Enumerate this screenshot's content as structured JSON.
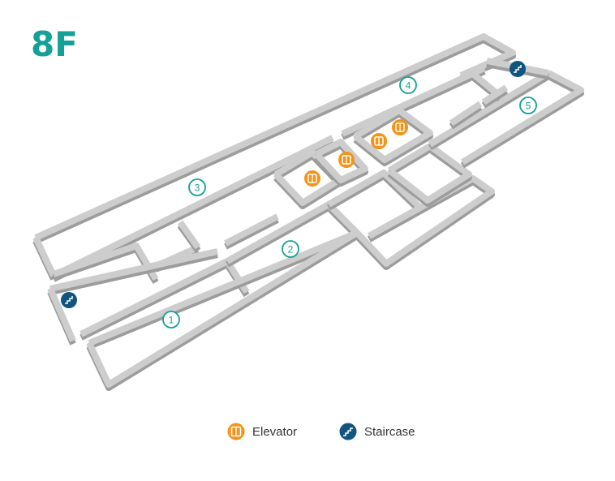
{
  "floor": {
    "label": "8F"
  },
  "colors": {
    "accent": "#13a096",
    "elevator": "#f29418",
    "staircase": "#10557e",
    "wall_top": "#cdcdcd",
    "wall_side": "#9c9c9c"
  },
  "zones": [
    "1",
    "2",
    "3",
    "4",
    "5"
  ],
  "icons": {
    "elevator": "elevator-icon",
    "staircase": "staircase-icon"
  },
  "legend": {
    "elevator": "Elevator",
    "staircase": "Staircase"
  }
}
